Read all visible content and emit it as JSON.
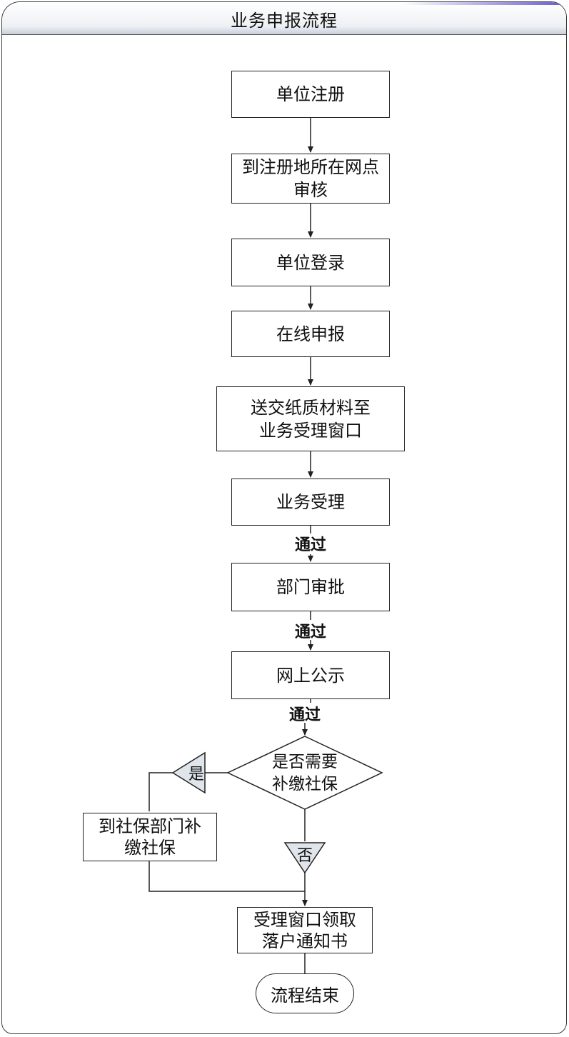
{
  "header": {
    "title": "业务申报流程"
  },
  "steps": [
    {
      "line1": "单位注册",
      "line2": ""
    },
    {
      "line1": "到注册地所在网点",
      "line2": "审核"
    },
    {
      "line1": "单位登录",
      "line2": ""
    },
    {
      "line1": "在线申报",
      "line2": ""
    },
    {
      "line1": "送交纸质材料至",
      "line2": "业务受理窗口"
    },
    {
      "line1": "业务受理",
      "line2": ""
    },
    {
      "line1": "部门审批",
      "line2": ""
    },
    {
      "line1": "网上公示",
      "line2": ""
    }
  ],
  "pass_labels": [
    "通过",
    "通过",
    "通过"
  ],
  "decision": {
    "line1": "是否需要",
    "line2": "补缴社保"
  },
  "yes_label": "是",
  "no_label": "否",
  "side_step": {
    "line1": "到社保部门补",
    "line2": "缴社保"
  },
  "final_step": {
    "line1": "受理窗口领取",
    "line2": "落户通知书"
  },
  "end_label": "流程结束"
}
